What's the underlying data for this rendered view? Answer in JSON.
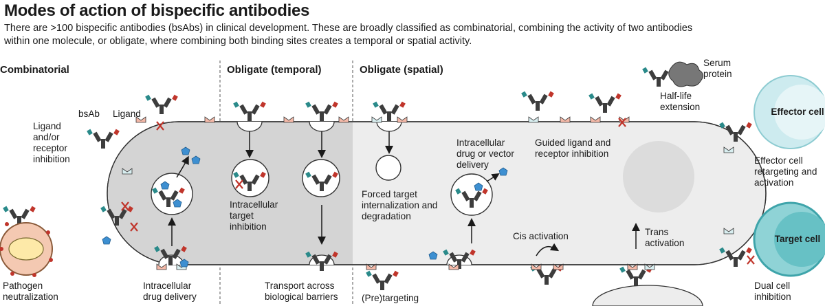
{
  "title": "Modes of action of bispecific antibodies",
  "subtitle": "There are >100 bispecific antibodies (bsAbs) in clinical development. These are broadly classified as combinatorial, combining the activity of two antibodies within one molecule, or obligate, where combining both binding sites creates a temporal or spatial activity.",
  "sections": {
    "combinatorial": "Combinatorial",
    "obligate_temporal": "Obligate (temporal)",
    "obligate_spatial": "Obligate (spatial)"
  },
  "labels": {
    "bsab": "bsAb",
    "ligand": "Ligand",
    "ligand_receptor_inhibition": "Ligand and/or receptor inhibition",
    "pathogen_neutralization": "Pathogen neutralization",
    "intracellular_drug_delivery": "Intracellular drug delivery",
    "intracellular_target_inhibition": "Intracellular target inhibition",
    "transport_barriers": "Transport across biological barriers",
    "forced_internalization": "Forced target internalization and degradation",
    "pretargeting": "(Pre)targeting",
    "intracellular_vector_delivery": "Intracellular drug or vector delivery",
    "guided_inhibition": "Guided ligand and receptor inhibition",
    "cis_activation": "Cis activation",
    "trans_activation": "Trans activation",
    "serum_protein": "Serum protein",
    "half_life_extension": "Half-life extension",
    "effector_cell": "Effector cell",
    "target_cell": "Target cell",
    "effector_retargeting": "Effector cell retargeting and activation",
    "dual_cell_inhibition": "Dual cell inhibition"
  },
  "colors": {
    "antibody_arm": "#3d3d3d",
    "teal_domain": "#2a8a8a",
    "red_domain": "#c0352b",
    "membrane_fill": "#ededed",
    "temporal_fill": "#d4d4d4",
    "blue_payload": "#3d8fd1",
    "effector_cell": "#cdebef",
    "target_cell": "#8fd3d6",
    "pink_receptor": "#f4b9a8"
  }
}
